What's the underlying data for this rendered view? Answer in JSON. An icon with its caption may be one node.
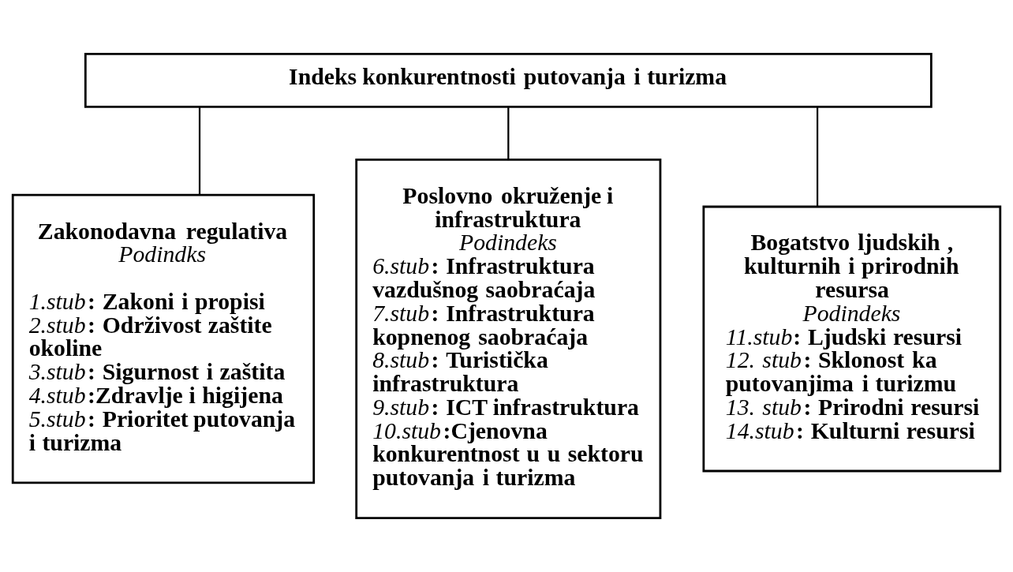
{
  "diagram": {
    "nodes": [
      {
        "text": [
          "Indeks konkurentnosti putovanja i turizma"
        ]
      },
      {
        "text": [
          "Zakonodavna regulativa",
          "Podindks",
          "*1.stub*: Zakoni i propisi",
          "*2.stub*: Održivost zaštite okoline",
          "*3.stub*: Sigurnost i zaštita",
          "*4.stub*:Zdravlje i higijena",
          "*5.stub*: Prioritet putovanja i turizma"
        ]
      },
      {
        "text": [
          "Poslovno okruženje i infrastruktura",
          "Podindeks",
          "*6.stub*: Infrastruktura vazdušnog saobraćaja",
          "*7.stub*: Infrastruktura kopnenog saobraćaja",
          "*8.stub*: Turistička infrastruktura",
          "*9.stub*: ICT infrastruktura",
          "*10.stub*:Cjenovna konkurentnost u u sektoru putovanja i turizma"
        ]
      },
      {
        "text": [
          "Bogatstvo ljudskih , kulturnih i prirodnih resursa",
          "Podindeks",
          "*11.stub*: Ljudski resursi",
          "*12. stub*: Sklonost ka putovanjima i turizmu",
          "*13. stub*: Prirodni resursi",
          "*14.stub*: Kulturni resursi"
        ]
      }
    ],
    "edges": [
      {
        "from": 0,
        "to": 1,
        "arrow": "none"
      },
      {
        "from": 0,
        "to": 2,
        "arrow": "none"
      },
      {
        "from": 0,
        "to": 3,
        "arrow": "none"
      }
    ]
  }
}
